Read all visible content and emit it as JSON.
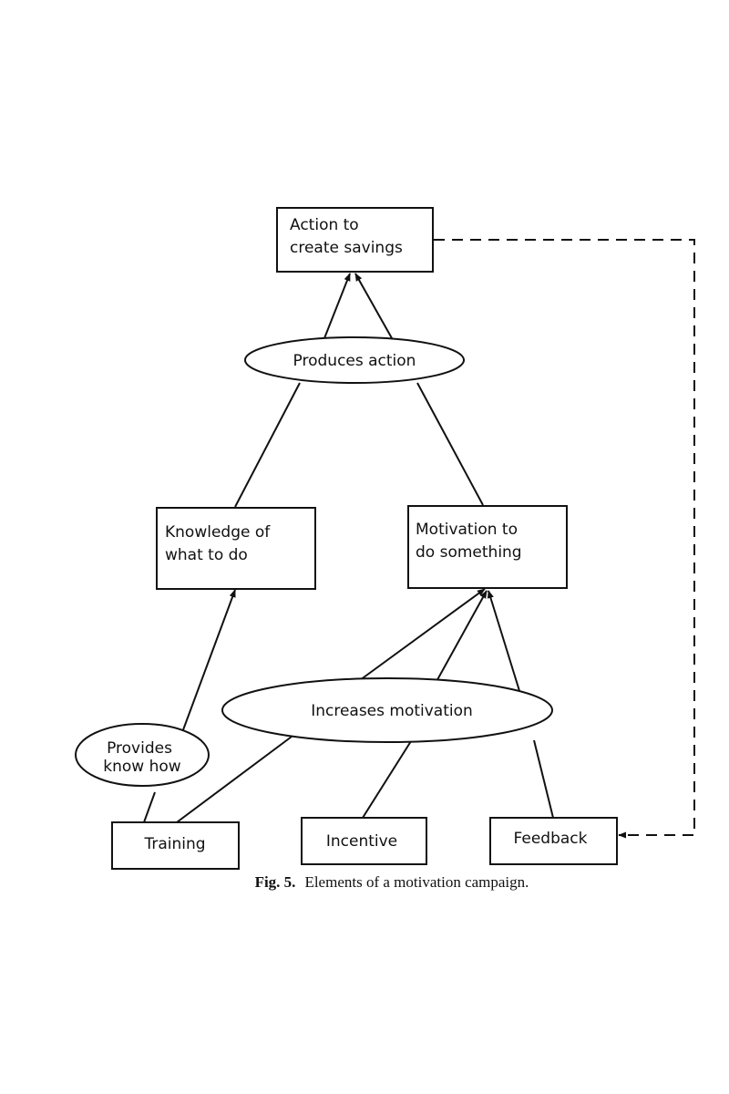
{
  "diagram": {
    "nodes": {
      "action": {
        "line1": "Action to",
        "line2": "create savings"
      },
      "produces": {
        "label": "Produces action"
      },
      "knowledge": {
        "line1": "Knowledge of",
        "line2": "what to do"
      },
      "motivation": {
        "line1": "Motivation to",
        "line2": "do something"
      },
      "increases": {
        "label": "Increases motivation"
      },
      "provides": {
        "line1": "Provides",
        "line2": "know how"
      },
      "training": {
        "label": "Training"
      },
      "incentive": {
        "label": "Incentive"
      },
      "feedback": {
        "label": "Feedback"
      }
    },
    "edges": [
      {
        "from": "knowledge",
        "to": "action",
        "via": "produces"
      },
      {
        "from": "motivation",
        "to": "action",
        "via": "produces"
      },
      {
        "from": "training",
        "to": "knowledge",
        "via": "provides"
      },
      {
        "from": "training",
        "to": "motivation",
        "via": "increases"
      },
      {
        "from": "incentive",
        "to": "motivation",
        "via": "increases"
      },
      {
        "from": "feedback",
        "to": "motivation",
        "via": "increases"
      },
      {
        "from": "action",
        "to": "feedback",
        "style": "dashed"
      }
    ]
  },
  "caption": {
    "label": "Fig. 5.",
    "text": "Elements of a motivation campaign."
  }
}
